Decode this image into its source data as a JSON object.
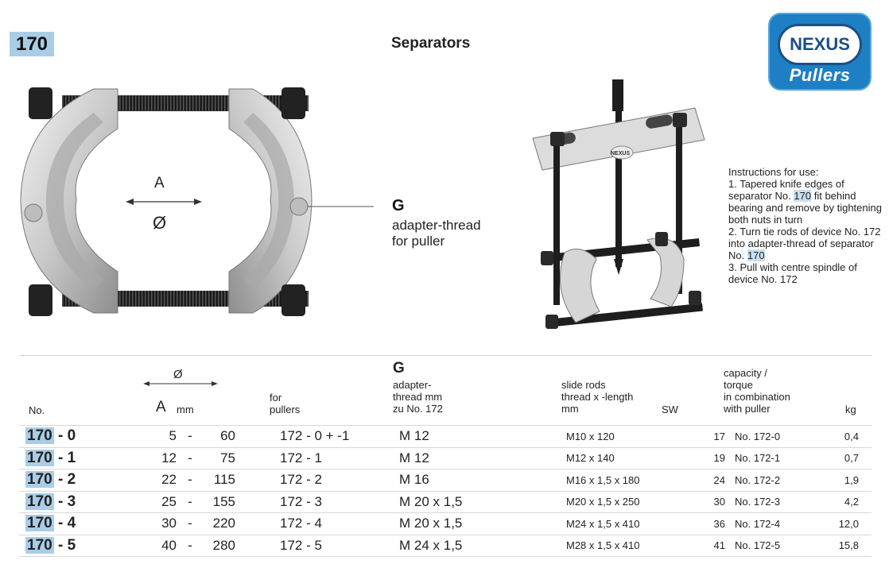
{
  "page_number": "170",
  "title": "Separators",
  "logo": {
    "top": "NEXUS",
    "bottom": "Pullers"
  },
  "diagram": {
    "label_a": "A",
    "label_diameter": "Ø"
  },
  "adapter": {
    "letter": "G",
    "desc_line1": "adapter-thread",
    "desc_line2": "for puller"
  },
  "stamp": "NEXUS",
  "instructions": {
    "heading": "Instructions for use:",
    "step1_a": "1. Tapered knife edges of separator No.",
    "step1_num": "170",
    "step1_b": "fit behind bearing and remove by tightening both nuts in turn",
    "step2_a": "2. Turn tie rods of device No. 172 into adapter-thread of separator No.",
    "step2_num": "170",
    "step3": "3. Pull with centre spindle of device No. 172"
  },
  "table_header": {
    "no": "No.",
    "diameter_symbol": "Ø",
    "a_letter": "A",
    "a_unit": "mm",
    "pullers_1": "for",
    "pullers_2": "pullers",
    "g_letter": "G",
    "adapter_1": "adapter-",
    "adapter_2": "thread  mm",
    "adapter_3": "zu No. 172",
    "slide_1": "slide rods",
    "slide_2": "thread x -length",
    "slide_3": "mm",
    "sw": "SW",
    "cap_1": "capacity /",
    "cap_2": "torque",
    "cap_3": "in combination",
    "cap_4": "with puller",
    "kg": "kg"
  },
  "rows": [
    {
      "no": "170",
      "suffix": "- 0",
      "a_min": "5",
      "a_max": "60",
      "puller": "172 - 0  + -1",
      "adapter": "M 12",
      "slide": "M10 x 120",
      "sw": "17",
      "cap": "No. 172-0",
      "kg": "0,4"
    },
    {
      "no": "170",
      "suffix": "- 1",
      "a_min": "12",
      "a_max": "75",
      "puller": "172 - 1",
      "adapter": "M 12",
      "slide": "M12 x 140",
      "sw": "19",
      "cap": "No. 172-1",
      "kg": "0,7"
    },
    {
      "no": "170",
      "suffix": "- 2",
      "a_min": "22",
      "a_max": "115",
      "puller": "172 - 2",
      "adapter": "M 16",
      "slide": "M16 x 1,5 x 180",
      "sw": "24",
      "cap": "No. 172-2",
      "kg": "1,9"
    },
    {
      "no": "170",
      "suffix": "- 3",
      "a_min": "25",
      "a_max": "155",
      "puller": "172 - 3",
      "adapter": "M 20 x 1,5",
      "slide": "M20 x 1,5 x 250",
      "sw": "30",
      "cap": "No. 172-3",
      "kg": "4,2"
    },
    {
      "no": "170",
      "suffix": "- 4",
      "a_min": "30",
      "a_max": "220",
      "puller": "172 - 4",
      "adapter": "M 20 x 1,5",
      "slide": "M24 x 1,5 x 410",
      "sw": "36",
      "cap": "No. 172-4",
      "kg": "12,0"
    },
    {
      "no": "170",
      "suffix": "- 5",
      "a_min": "40",
      "a_max": "280",
      "puller": "172 - 5",
      "adapter": "M 24 x 1,5",
      "slide": "M28 x 1,5 x 410",
      "sw": "41",
      "cap": "No. 172-5",
      "kg": "15,8"
    }
  ]
}
